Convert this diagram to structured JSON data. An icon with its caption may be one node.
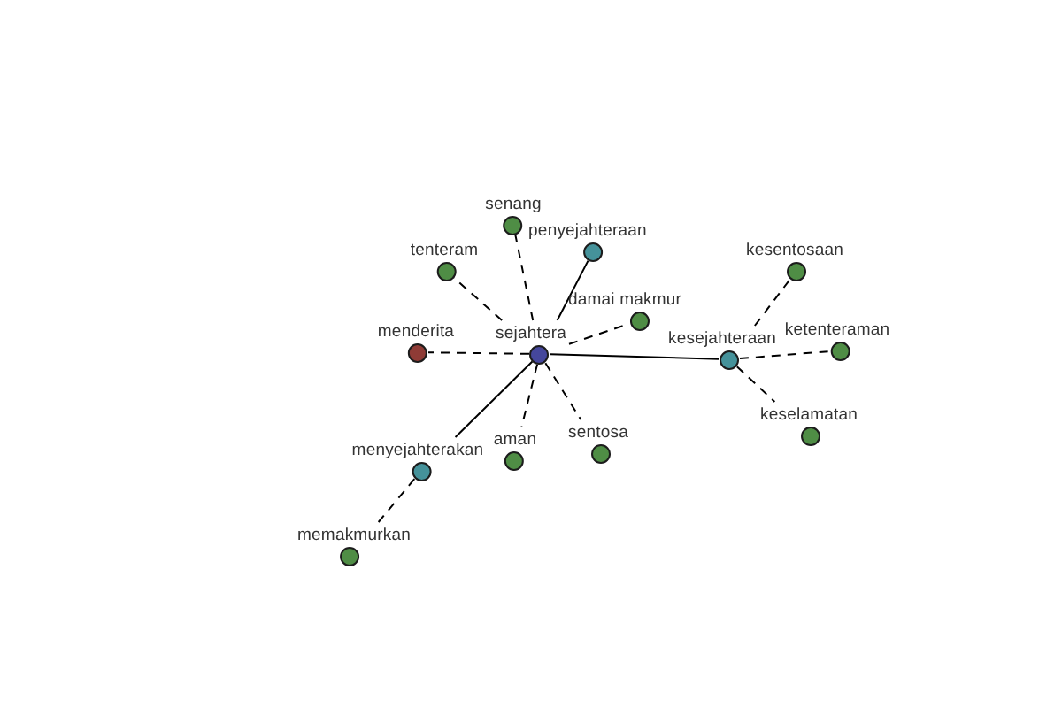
{
  "diagram": {
    "nodes": [
      {
        "text": [
          "senang"
        ]
      },
      {
        "text": [
          "penyejahteraan"
        ]
      },
      {
        "text": [
          "tenteram"
        ]
      },
      {
        "text": [
          "kesentosaan"
        ]
      },
      {
        "text": [
          "damai makmur"
        ]
      },
      {
        "text": [
          "ketenteraman"
        ]
      },
      {
        "text": [
          "menderita"
        ]
      },
      {
        "text": [
          "sejahtera"
        ]
      },
      {
        "text": [
          "kesejahteraan"
        ]
      },
      {
        "text": [
          "keselamatan"
        ]
      },
      {
        "text": [
          "aman"
        ]
      },
      {
        "text": [
          "sentosa"
        ]
      },
      {
        "text": [
          "menyejahterakan"
        ]
      },
      {
        "text": [
          "memakmurkan"
        ]
      }
    ],
    "edges": [
      {
        "from": 7,
        "to": 0,
        "arrow": "none",
        "style": "dashed"
      },
      {
        "from": 7,
        "to": 1,
        "arrow": "none"
      },
      {
        "from": 7,
        "to": 2,
        "arrow": "none",
        "style": "dashed"
      },
      {
        "from": 7,
        "to": 4,
        "arrow": "none",
        "style": "dashed"
      },
      {
        "from": 7,
        "to": 6,
        "arrow": "none",
        "style": "dashed"
      },
      {
        "from": 7,
        "to": 8,
        "arrow": "none"
      },
      {
        "from": 7,
        "to": 10,
        "arrow": "none",
        "style": "dashed"
      },
      {
        "from": 7,
        "to": 11,
        "arrow": "none",
        "style": "dashed"
      },
      {
        "from": 7,
        "to": 12,
        "arrow": "none"
      },
      {
        "from": 8,
        "to": 3,
        "arrow": "none",
        "style": "dashed"
      },
      {
        "from": 8,
        "to": 5,
        "arrow": "none",
        "style": "dashed"
      },
      {
        "from": 8,
        "to": 9,
        "arrow": "none",
        "style": "dashed"
      },
      {
        "from": 12,
        "to": 13,
        "arrow": "none",
        "style": "dashed"
      }
    ]
  }
}
